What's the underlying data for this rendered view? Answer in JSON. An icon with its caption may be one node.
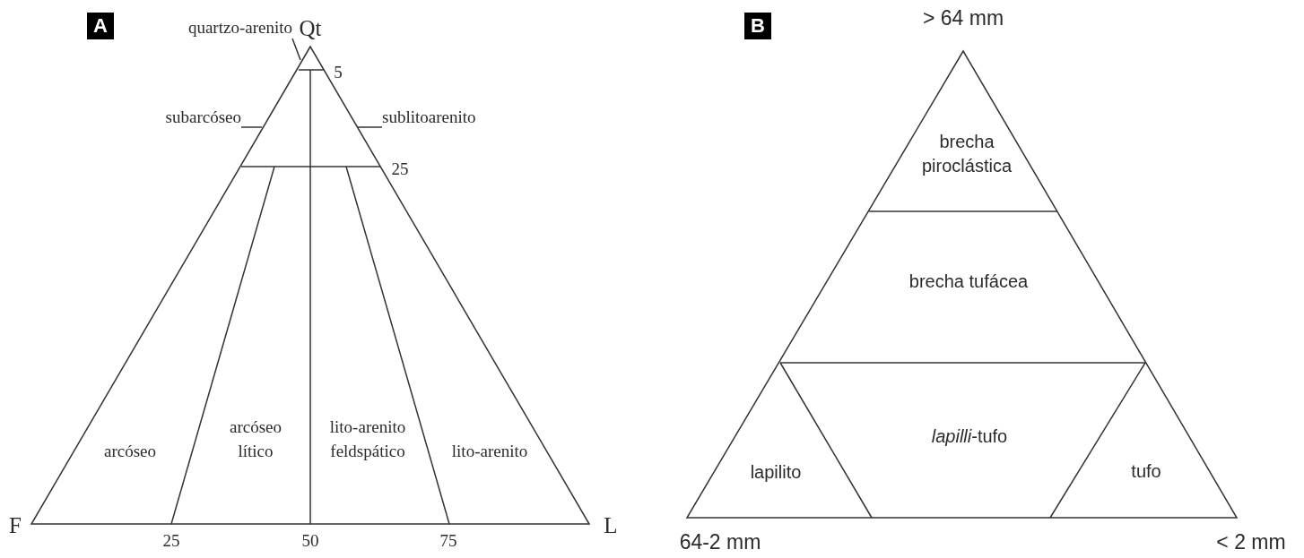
{
  "diagram": {
    "nodes": [
      {
        "text": [
          "quartzo-arenito"
        ]
      },
      {
        "text": [
          "subarcóseo"
        ]
      },
      {
        "text": [
          "sublitoarenito"
        ]
      }
    ],
    "edges": [
      {
        "from": 0,
        "to": null,
        "arrow": "none"
      },
      {
        "from": 1,
        "to": null,
        "arrow": "none"
      },
      {
        "from": 2,
        "to": null,
        "arrow": "none"
      }
    ],
    "labels": [
      "A",
      "Qt",
      "5",
      "25",
      "arcóseo",
      "arcóseo lítico",
      "lito-arenito feldspático",
      "lito-arenito",
      "F",
      "L",
      "25",
      "50",
      "75",
      "B",
      "> 64 mm",
      "brecha piroclástica",
      "brecha tufácea",
      "*lapilli*-tufo",
      "lapilito",
      "tufo",
      "64-2 mm",
      "< 2 mm"
    ]
  }
}
